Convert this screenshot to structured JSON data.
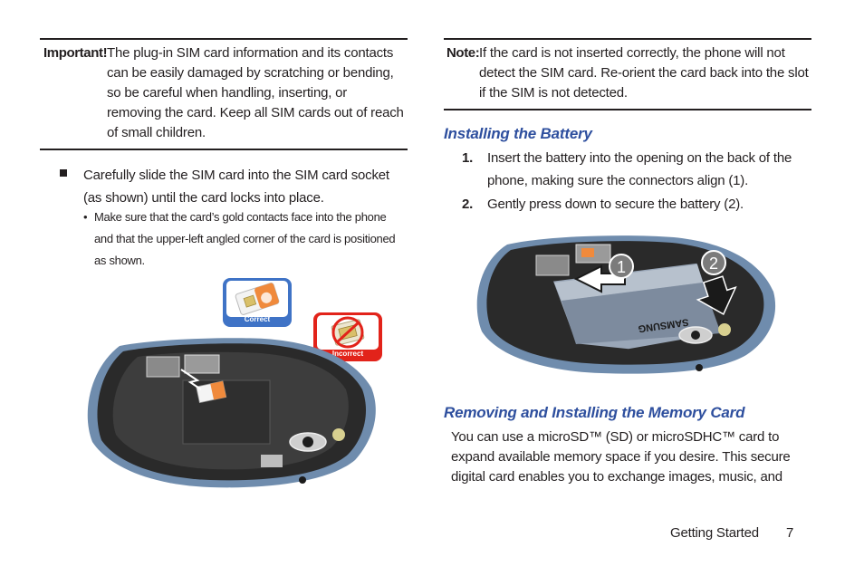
{
  "left": {
    "important_label": "Important!",
    "important_lines": [
      "The plug-in SIM card information and its contacts",
      "can be easily damaged by scratching or bending,",
      "so be careful when handling, inserting, or",
      "removing the card. Keep all SIM cards out of reach",
      "of small children."
    ],
    "bullet_lines": [
      "Carefully slide the SIM card into the SIM card socket",
      "(as shown) until the card locks into place."
    ],
    "sub_bullet_lines": [
      "Make sure that the card’s gold contacts face into the phone",
      "and that the upper-left angled corner of the card is positioned",
      "as shown."
    ],
    "correct_label": "Correct",
    "incorrect_label": "Incorrect"
  },
  "right": {
    "note_label": "Note:",
    "note_lines": [
      "If the card is not inserted correctly, the phone will not",
      "detect the SIM card. Re-orient the card back into the slot",
      "if the SIM is not detected."
    ],
    "battery_heading": "Installing the Battery",
    "steps": [
      {
        "num": "1.",
        "lines": [
          "Insert the battery into the opening on the back of the",
          "phone, making sure the connectors align (1)."
        ]
      },
      {
        "num": "2.",
        "lines": [
          "Gently press down to secure the battery (2)."
        ]
      }
    ],
    "callout_1": "1",
    "callout_2": "2",
    "battery_brand": "SAMSUNG",
    "memory_heading": "Removing and Installing the Memory Card",
    "memory_lines": [
      "You can use a microSD™ (SD) or microSDHC™ card to",
      "expand available memory space if you desire. This secure",
      "digital card enables you to exchange images, music, and"
    ]
  },
  "footer": {
    "section": "Getting Started",
    "page": "7"
  },
  "colors": {
    "heading": "#2e4f9e",
    "phone_rim": "#6f8cad",
    "correct_blue": "#3f73c6",
    "incorrect_red": "#e2231a"
  }
}
